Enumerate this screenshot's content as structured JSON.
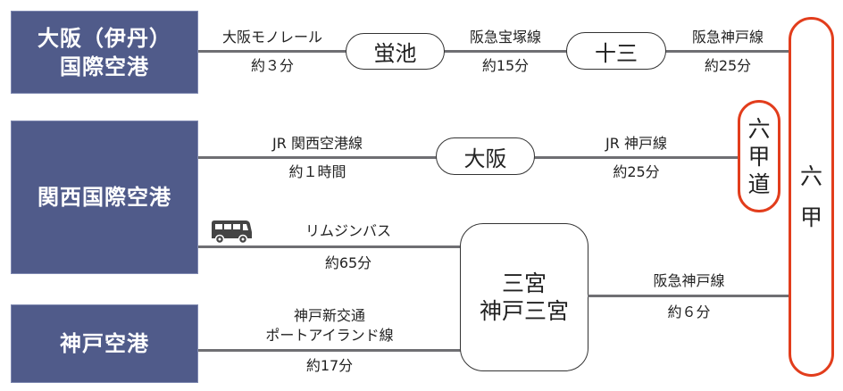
{
  "title": "六甲へのアクセス",
  "colors": {
    "airport_box": "#505b8a",
    "line": "#6f6f73",
    "destination_border": "#e23d1c"
  },
  "airports": [
    {
      "id": "itami",
      "lines": [
        "大阪（伊丹）",
        "国際空港"
      ]
    },
    {
      "id": "kansai",
      "lines": [
        "関西国際空港"
      ]
    },
    {
      "id": "kobe",
      "lines": [
        "神戸空港"
      ]
    }
  ],
  "stations": {
    "hotarugaike": "蛍池",
    "juso": "十三",
    "osaka": "大阪",
    "sannomiya": [
      "三宮",
      "神戸三宮"
    ],
    "rokkomichi": [
      "六",
      "甲",
      "道"
    ],
    "rokko": [
      "六",
      "甲"
    ]
  },
  "routes": {
    "itami_hotarugaike": {
      "line": "大阪モノレール",
      "time": "約３分"
    },
    "hotarugaike_juso": {
      "line": "阪急宝塚線",
      "time": "約15分"
    },
    "juso_rokko": {
      "line": "阪急神戸線",
      "time": "約25分"
    },
    "kansai_osaka": {
      "line": "JR 関西空港線",
      "time": "約１時間"
    },
    "osaka_rokkomichi": {
      "line": "JR 神戸線",
      "time": "約25分"
    },
    "kansai_sannomiya": {
      "line": "リムジンバス",
      "time": "約65分",
      "icon": "bus-icon"
    },
    "kobe_sannomiya": {
      "line_1": "神戸新交通",
      "line_2": "ポートアイランド線",
      "time": "約17分"
    },
    "sannomiya_rokko": {
      "line": "阪急神戸線",
      "time": "約６分"
    }
  }
}
